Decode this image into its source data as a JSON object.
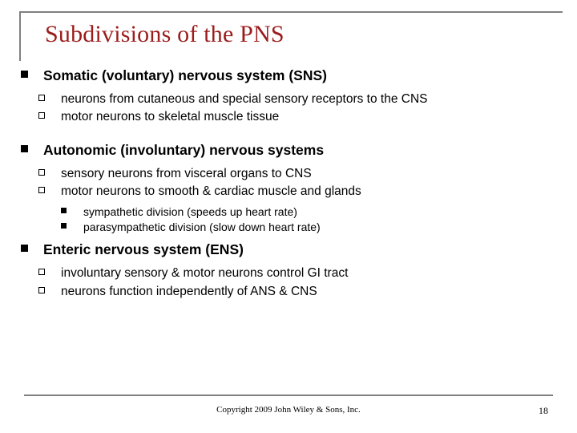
{
  "slide": {
    "title": "Subdivisions of the PNS",
    "sections": [
      {
        "heading": "Somatic (voluntary) nervous system (SNS)",
        "subs": [
          {
            "text": "neurons from cutaneous and special sensory receptors to the CNS",
            "subsubs": []
          },
          {
            "text": "motor neurons to skeletal muscle tissue",
            "subsubs": []
          }
        ]
      },
      {
        "heading": "Autonomic (involuntary) nervous systems",
        "subs": [
          {
            "text": "sensory neurons from visceral organs to CNS",
            "subsubs": []
          },
          {
            "text": "motor neurons to smooth & cardiac muscle and glands",
            "subsubs": [
              "sympathetic division (speeds up heart rate)",
              "parasympathetic division (slow down heart rate)"
            ]
          }
        ]
      },
      {
        "heading": "Enteric nervous system (ENS)",
        "subs": [
          {
            "text": "involuntary sensory & motor neurons control GI tract",
            "subsubs": []
          },
          {
            "text": "neurons function independently of ANS & CNS",
            "subsubs": []
          }
        ]
      }
    ],
    "footer": {
      "copyright": "Copyright 2009 John Wiley & Sons, Inc.",
      "page_number": "18"
    },
    "colors": {
      "title": "#9c1b1b",
      "rule": "#808080",
      "text": "#000000",
      "background": "#ffffff"
    }
  }
}
